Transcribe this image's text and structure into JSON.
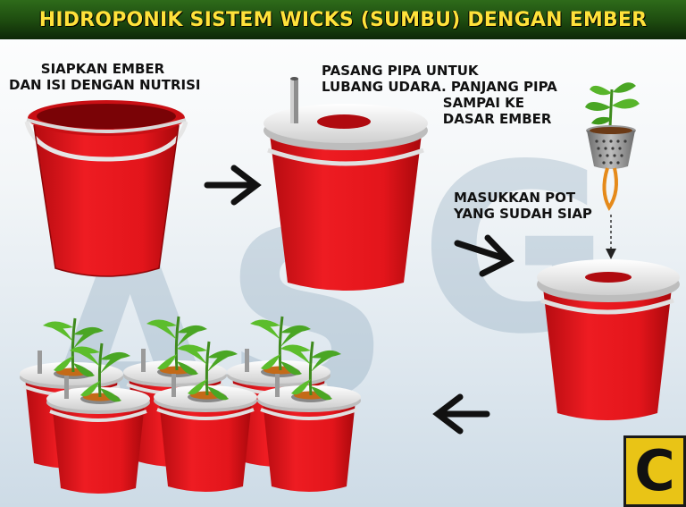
{
  "header": {
    "title": "HIDROPONIK SISTEM WICKS (SUMBU) DENGAN EMBER"
  },
  "steps": [
    {
      "label": "SIAPKAN EMBER\nDAN ISI DENGAN NUTRISI"
    },
    {
      "label": "PASANG PIPA UNTUK\nLUBANG UDARA. PANJANG PIPA\n                          SAMPAI KE\n                          DASAR EMBER"
    },
    {
      "label": "MASUKKAN POT\nYANG SUDAH SIAP"
    }
  ],
  "watermark": "ASG",
  "badge": {
    "letter": "C"
  },
  "colors": {
    "bucket": "#e8141a",
    "lid": "#f2f2f2",
    "banner": "#1d4a0f",
    "title": "#ffe23a",
    "badge": "#e9c416"
  }
}
